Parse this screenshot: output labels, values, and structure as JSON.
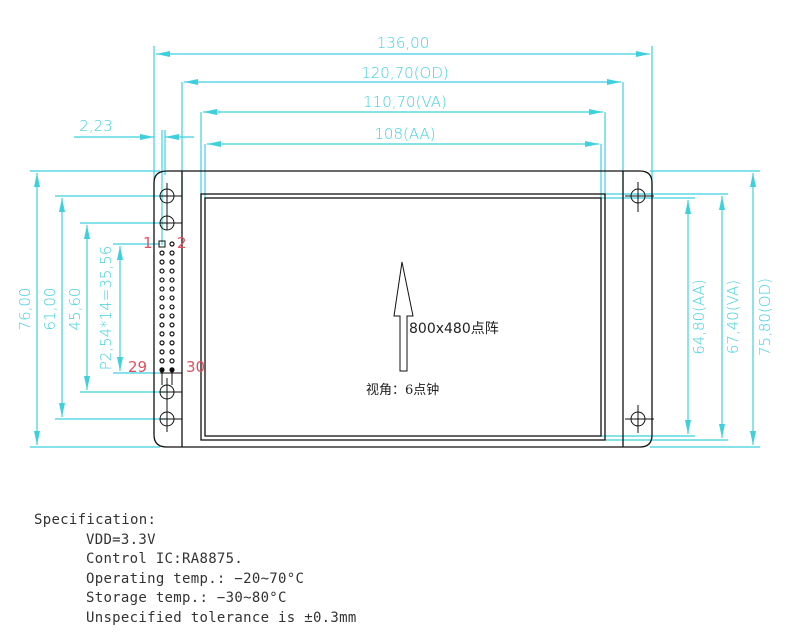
{
  "drawing": {
    "title": "LCD module mechanical drawing",
    "colors": {
      "dimension": "#3fd0dd",
      "outline": "#111111",
      "pin_label": "#e05060",
      "text": "#333333"
    },
    "dimensions": {
      "overall_width": "136,00",
      "od_width": "120,70(OD)",
      "va_width": "110,70(VA)",
      "aa_width": "108(AA)",
      "offset": "2,23",
      "overall_height": "76,00",
      "hole_pitch_outer": "61,00",
      "hole_pitch_inner": "45,60",
      "pin_pitch": "P2,54*14=35,56",
      "aa_height": "64,80(AA)",
      "va_height": "67,40(VA)",
      "od_height": "75,80(OD)"
    },
    "connector": {
      "pin_labels": [
        "1",
        "2",
        "29",
        "30"
      ],
      "rows": 15,
      "columns": 2
    },
    "annotations": {
      "resolution": "800x480点阵",
      "viewing_angle": "视角：6点钟"
    }
  },
  "specification": {
    "heading": "Specification:",
    "items": [
      "VDD=3.3V",
      "Control IC:RA8875.",
      "Operating temp.: −20~70°C",
      "Storage temp.: −30~80°C",
      "Unspecified tolerance is ±0.3mm"
    ]
  }
}
